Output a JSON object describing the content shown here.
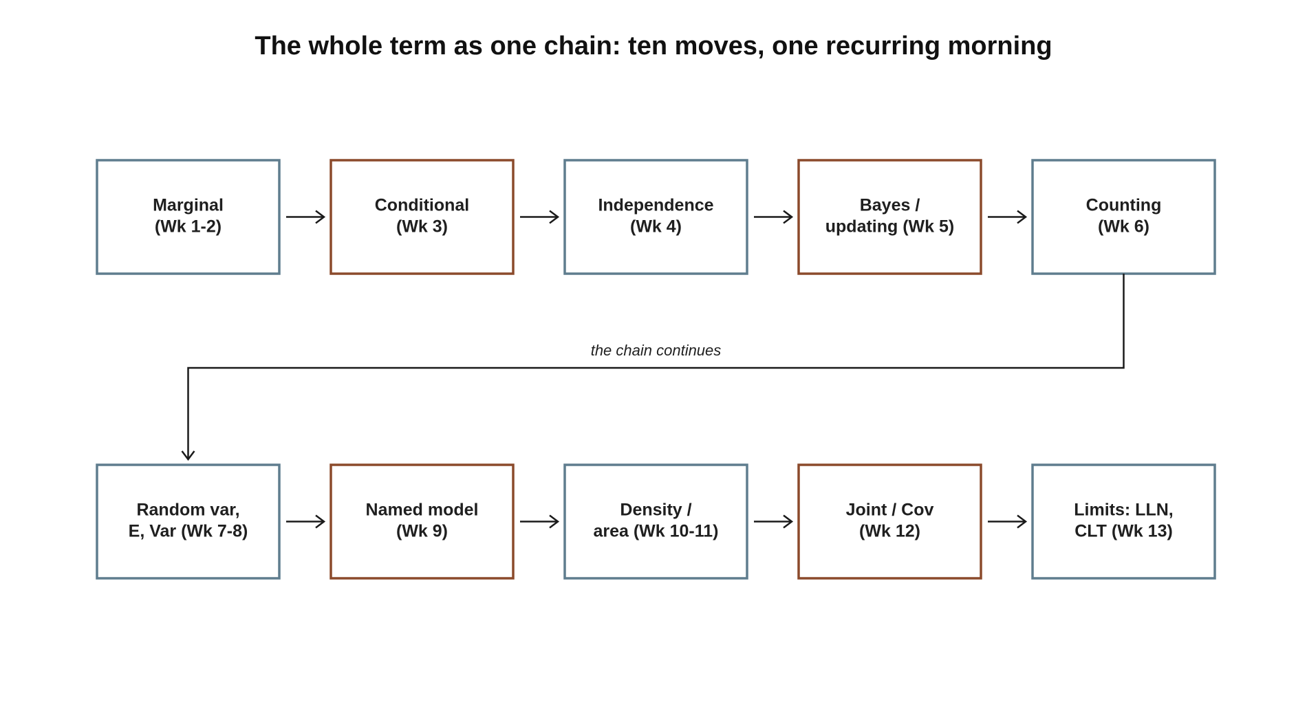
{
  "title": "The whole term as one chain: ten moves, one recurring morning",
  "colors": {
    "blue_border": "#5f7d8e",
    "brown_border": "#8b4a2b",
    "arrow": "#1a1a1a"
  },
  "rows": [
    {
      "nodes": [
        {
          "lines": [
            "Marginal",
            "(Wk 1-2)"
          ],
          "style": "blue"
        },
        {
          "lines": [
            "Conditional",
            "(Wk 3)"
          ],
          "style": "brown"
        },
        {
          "lines": [
            "Independence",
            "(Wk 4)"
          ],
          "style": "blue"
        },
        {
          "lines": [
            "Bayes /",
            "updating (Wk 5)"
          ],
          "style": "brown"
        },
        {
          "lines": [
            "Counting",
            "(Wk 6)"
          ],
          "style": "blue"
        }
      ]
    },
    {
      "nodes": [
        {
          "lines": [
            "Random var,",
            "E, Var (Wk 7-8)"
          ],
          "style": "blue"
        },
        {
          "lines": [
            "Named model",
            "(Wk 9)"
          ],
          "style": "brown"
        },
        {
          "lines": [
            "Density /",
            "area (Wk 10-11)"
          ],
          "style": "blue"
        },
        {
          "lines": [
            "Joint / Cov",
            "(Wk 12)"
          ],
          "style": "brown"
        },
        {
          "lines": [
            "Limits: LLN,",
            "CLT (Wk 13)"
          ],
          "style": "blue"
        }
      ]
    }
  ],
  "connector": {
    "label": "the chain continues"
  }
}
